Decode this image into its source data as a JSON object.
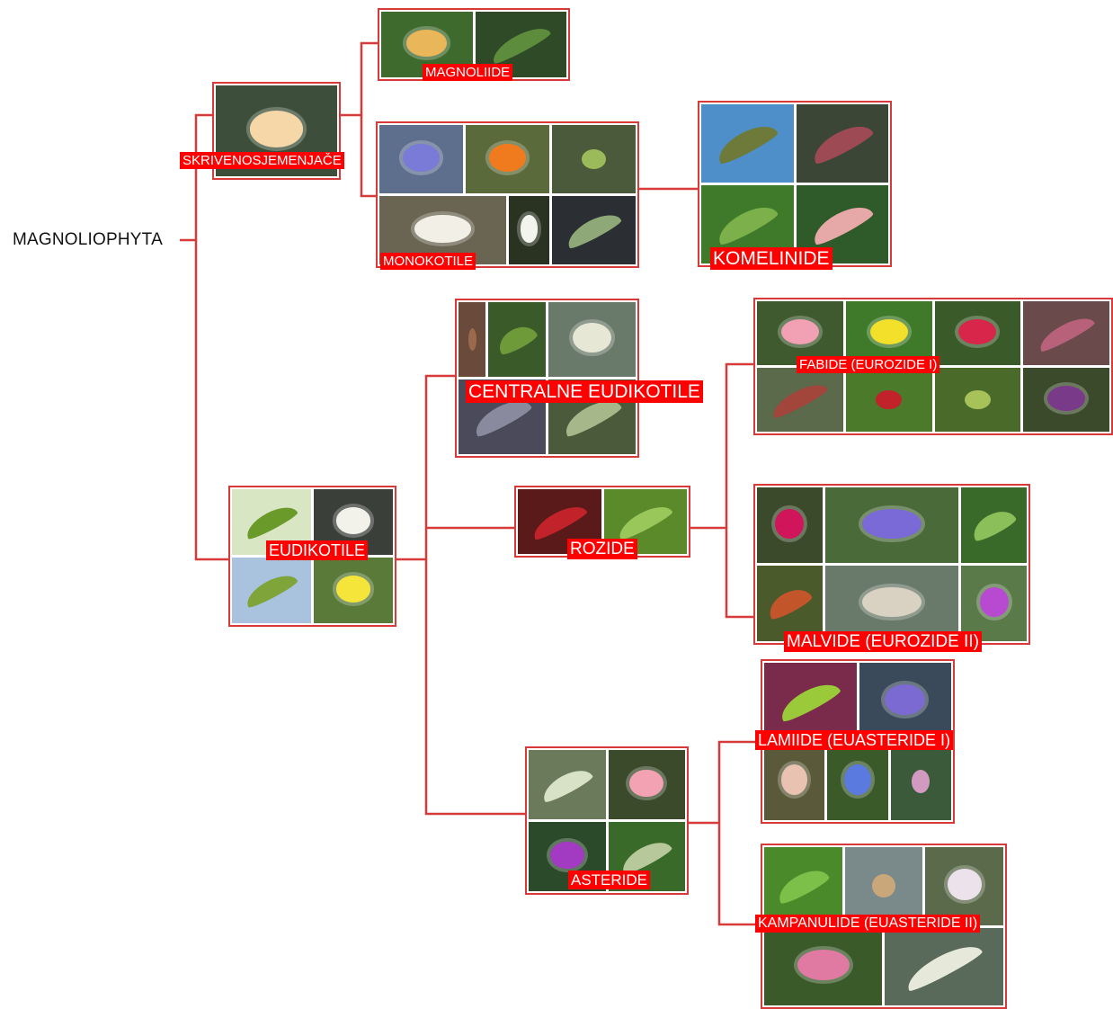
{
  "root": {
    "label": "MAGNOLIOPHYTA"
  },
  "nodes": {
    "skrivenosjemenjace": {
      "label": "SKRIVENOSJEMENJAČE",
      "images": [
        "water-lily"
      ]
    },
    "magnoliide": {
      "label": "MAGNOLIIDE",
      "images": [
        "tulip-tree-flower",
        "oak-like-leaves"
      ]
    },
    "monokotile": {
      "label": "MONOKOTILE",
      "images": [
        "agapanthus",
        "orange-lilies",
        "duckweed",
        "white-orchids",
        "calla-lily",
        "aquatic-plant"
      ]
    },
    "komelinide": {
      "label": "KOMELINIDE",
      "images": [
        "palm-tree",
        "bromeliad",
        "grass",
        "canna-leaves"
      ]
    },
    "eudikotile": {
      "label": "EUDIKOTILE",
      "images": [
        "box-leaves",
        "columbine-flower",
        "plane-tree-leaves",
        "buttercup"
      ]
    },
    "centralne": {
      "label": "CENTRALNE EUDIKOTILE",
      "images": [
        "cactus",
        "leaf-sprig",
        "sedum-flowers",
        "heuchera-leaves",
        "gunnera-leaves"
      ]
    },
    "rozide": {
      "label": "ROZIDE",
      "images": [
        "red-vine-leaves",
        "grape-leaves"
      ]
    },
    "fabide": {
      "label": "FABIDE (EUROZIDE I)",
      "images": [
        "begonia",
        "yellow-flower",
        "red-roses",
        "oxalis",
        "pitcher-plant",
        "red-berries",
        "green-fruit",
        "pansies"
      ]
    },
    "malvide": {
      "label": "MALVIDE (EUROZIDE II)",
      "images": [
        "hollyhock",
        "geranium",
        "chestnut-leaves",
        "maple-leaves",
        "flower-umbel",
        "mallow"
      ]
    },
    "asteride": {
      "label": "ASTERIDE",
      "images": [
        "variegated-leaves",
        "striped-petals",
        "rhododendron",
        "hydrangea-leaves"
      ]
    },
    "lamiide": {
      "label": "LAMIIDE  (EUASTERIDE I)",
      "images": [
        "coleus",
        "borage-flower",
        "foxglove",
        "morning-glory",
        "acanthus"
      ]
    },
    "kampanulide": {
      "label": "KAMPANULIDE  (EUASTERIDE II)",
      "images": [
        "ivy-leaves",
        "teasel",
        "pale-flowers",
        "echinacea",
        "holly-leaves"
      ]
    }
  }
}
